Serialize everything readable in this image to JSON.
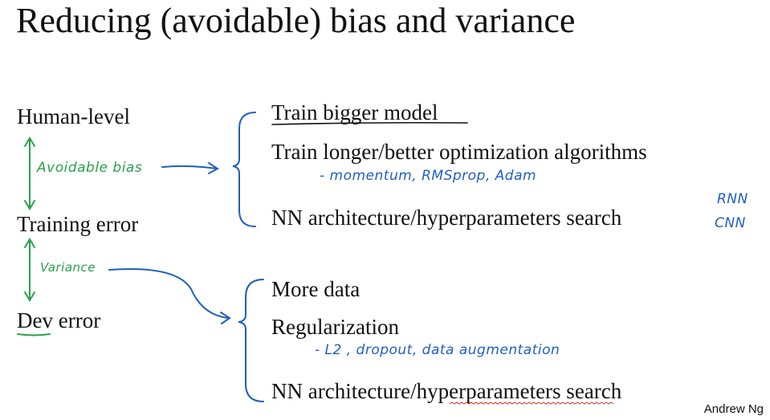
{
  "title": "Reducing (avoidable) bias and variance",
  "levels": {
    "human": "Human-level",
    "training": "Training error",
    "dev": "Dev error"
  },
  "gap_labels": {
    "bias": "Avoidable bias",
    "variance": "Variance"
  },
  "bias_fixes": {
    "items": [
      "Train bigger model",
      "Train longer/better optimization algorithms",
      "NN architecture/hyperparameters search"
    ],
    "optimizer_note": "- momentum, RMSprop, Adam",
    "architecture_notes": [
      "RNN",
      "CNN"
    ]
  },
  "variance_fixes": {
    "items": [
      "More data",
      "Regularization",
      "NN architecture/hyperparameters search"
    ],
    "regularization_note": "- L2 , dropout, data augmentation"
  },
  "author": "Andrew Ng",
  "colors": {
    "green_ink": "#2aa24a",
    "blue_ink": "#1f5fc4",
    "spellcheck_underline": "#e03030",
    "text": "#111111"
  }
}
